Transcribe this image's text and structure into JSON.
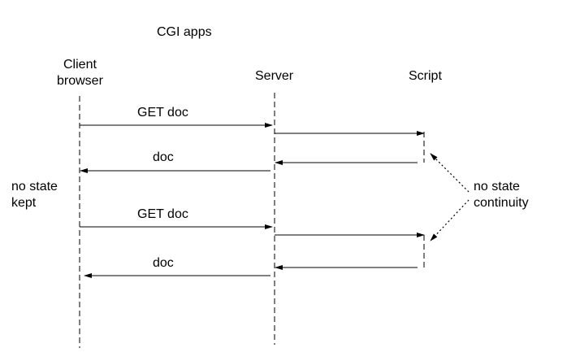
{
  "title": "CGI apps",
  "lifelines": {
    "client": "Client\nbrowser",
    "server": "Server",
    "script": "Script"
  },
  "messages": [
    {
      "label": "GET doc"
    },
    {
      "label": "doc"
    },
    {
      "label": "GET doc"
    },
    {
      "label": "doc"
    }
  ],
  "notes": {
    "left": "no state\nkept",
    "right": "no state\ncontinuity"
  }
}
